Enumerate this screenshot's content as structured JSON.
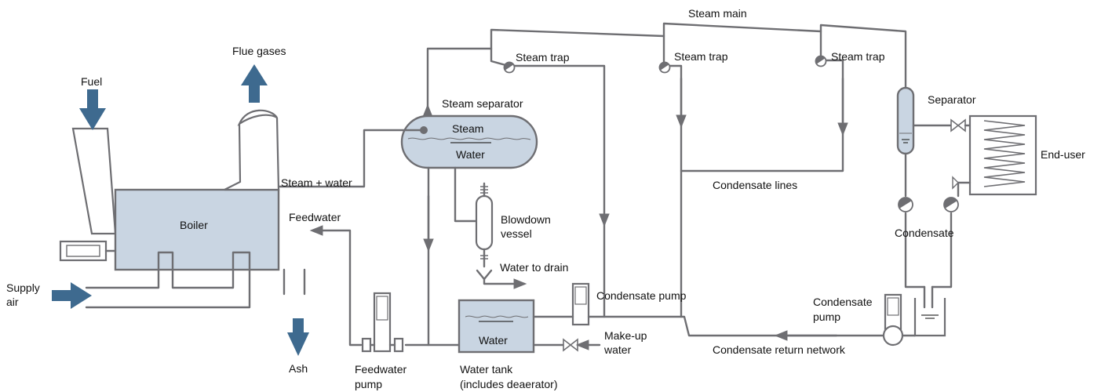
{
  "labels": {
    "steam_main": "Steam main",
    "flue_gases": "Flue gases",
    "fuel": "Fuel",
    "steam_trap_1": "Steam trap",
    "steam_trap_2": "Steam trap",
    "steam_trap_3": "Steam trap",
    "steam_separator": "Steam separator",
    "separator": "Separator",
    "end_user": "End-user",
    "steam_plus_water": "Steam + water",
    "boiler": "Boiler",
    "feedwater": "Feedwater",
    "steam": "Steam",
    "water_drum": "Water",
    "condensate_lines": "Condensate lines",
    "blowdown_1": "Blowdown",
    "blowdown_2": "vessel",
    "water_to_drain": "Water to drain",
    "condensate": "Condensate",
    "supply_air_1": "Supply",
    "supply_air_2": "air",
    "condensate_pump_top": "Condensate pump",
    "condensate_pump_right_1": "Condensate",
    "condensate_pump_right_2": "pump",
    "makeup_1": "Make-up",
    "makeup_2": "water",
    "water_tank_label": "Water",
    "condensate_return_network": "Condensate return network",
    "ash": "Ash",
    "feedwater_pump_1": "Feedwater",
    "feedwater_pump_2": "pump",
    "water_tank_1": "Water tank",
    "water_tank_2": "(includes deaerator)"
  },
  "colors": {
    "pipe": "#6e6e72",
    "equipment_fill": "#c9d5e2",
    "flow_arrow": "#3e6a8f"
  }
}
